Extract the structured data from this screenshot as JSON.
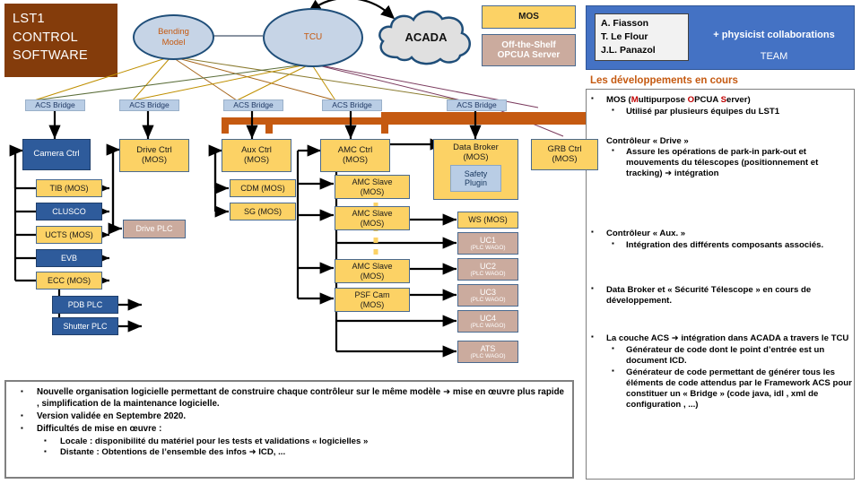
{
  "title": {
    "lines": [
      "LST1",
      "CONTROL",
      "SOFTWARE"
    ]
  },
  "top_shapes": {
    "bending_model": "Bending\nModel",
    "bending_model_l1": "Bending",
    "bending_model_l2": "Model",
    "tcu": "TCU",
    "acada": "ACADA",
    "mos": "MOS",
    "off_the_shelf_l1": "Off-the-Shelf",
    "off_the_shelf_l2": "OPCUA Server"
  },
  "team": {
    "names": [
      "A.     Fiasson",
      "T. Le Flour",
      "J.L. Panazol"
    ],
    "collaborations": "+ physicist collaborations",
    "label": "TEAM"
  },
  "bridges": [
    {
      "label": "ACS Bridge"
    },
    {
      "label": "ACS Bridge"
    },
    {
      "label": "ACS Bridge"
    },
    {
      "label": "ACS Bridge"
    },
    {
      "label": "ACS Bridge"
    }
  ],
  "controllers": [
    {
      "id": "camera-ctrl",
      "l1": "Camera Ctrl",
      "l2": "",
      "style": "blue"
    },
    {
      "id": "drive-ctrl",
      "l1": "Drive Ctrl",
      "l2": "(MOS)",
      "style": "yellow"
    },
    {
      "id": "aux-ctrl",
      "l1": "Aux  Ctrl",
      "l2": "(MOS)",
      "style": "yellow"
    },
    {
      "id": "amc-ctrl",
      "l1": "AMC Ctrl",
      "l2": "(MOS)",
      "style": "yellow"
    },
    {
      "id": "data-broker",
      "l1": "Data Broker",
      "l2": "(MOS)",
      "style": "yellow"
    },
    {
      "id": "grb-ctrl",
      "l1": "GRB Ctrl",
      "l2": "(MOS)",
      "style": "yellow"
    }
  ],
  "safety_plugin": {
    "l1": "Safety",
    "l2": "Plugin"
  },
  "camera_children": [
    {
      "id": "tib",
      "label": "TIB (MOS)",
      "style": "yellow"
    },
    {
      "id": "clusco",
      "label": "CLUSCO",
      "style": "blue"
    },
    {
      "id": "ucts",
      "label": "UCTS (MOS)",
      "style": "yellow"
    },
    {
      "id": "evb",
      "label": "EVB",
      "style": "blue"
    },
    {
      "id": "ecc",
      "label": "ECC (MOS)",
      "style": "yellow"
    },
    {
      "id": "pdb-plc",
      "label": "PDB PLC",
      "style": "blue"
    },
    {
      "id": "shutter-plc",
      "label": "Shutter PLC",
      "style": "blue"
    }
  ],
  "drive_children": [
    {
      "id": "drive-plc",
      "label": "Drive PLC",
      "style": "tan"
    }
  ],
  "aux_children": [
    {
      "id": "cdm",
      "label": "CDM (MOS)",
      "style": "yellow"
    },
    {
      "id": "sg",
      "label": "SG (MOS)",
      "style": "yellow"
    }
  ],
  "amc_children": [
    {
      "id": "amc-slave-1",
      "l1": "AMC Slave",
      "l2": "(MOS)",
      "style": "yellow"
    },
    {
      "id": "amc-slave-2",
      "l1": "AMC Slave",
      "l2": "(MOS)",
      "style": "yellow"
    },
    {
      "id": "amc-slave-3",
      "l1": "AMC Slave",
      "l2": "(MOS)",
      "style": "yellow"
    },
    {
      "id": "psf-cam",
      "l1": "PSF Cam",
      "l2": "(MOS)",
      "style": "yellow"
    }
  ],
  "broker_children": [
    {
      "id": "ws",
      "l1": "WS (MOS)",
      "l2": "",
      "style": "yellow"
    },
    {
      "id": "uc1",
      "l1": "UC1",
      "l2": "(PLC WAGO)",
      "style": "tan"
    },
    {
      "id": "uc2",
      "l1": "UC2",
      "l2": "(PLC WAGO)",
      "style": "tan"
    },
    {
      "id": "uc3",
      "l1": "UC3",
      "l2": "(PLC WAGO)",
      "style": "tan"
    },
    {
      "id": "uc4",
      "l1": "UC4",
      "l2": "(PLC WAGO)",
      "style": "tan"
    },
    {
      "id": "ats",
      "l1": "ATS",
      "l2": "(PLC WAGO)",
      "style": "tan"
    }
  ],
  "right_panel": {
    "heading": "Les développements en cours",
    "item1_a": "MOS (",
    "item1_m": "M",
    "item1_b": "ultipurpose ",
    "item1_o": "O",
    "item1_c": "PCUA ",
    "item1_s": "S",
    "item1_d": "erver)",
    "item1_sub": "Utilisé par plusieurs équipes du LST1",
    "item2": "Contrôleur « Drive »",
    "item2_sub": "Assure les opérations de park-in park-out et mouvements du télescopes (positionnement et tracking) ➜ intégration",
    "item3": "Contrôleur « Aux. »",
    "item3_sub": "Intégration des différents composants associés.",
    "item4": "Data Broker et « Sécurité Télescope » en cours de développement.",
    "item5": "La couche ACS ➜ intégration dans ACADA a travers le TCU",
    "item5_sub1": "Générateur de code dont le point d’entrée est un document ICD.",
    "item5_sub2": "Générateur de code permettant de générer tous les éléments de code attendus par le Framework ACS pour constituer un « Bridge » (code java, idl , xml de configuration , ...)"
  },
  "bottom_panel": {
    "item1": "Nouvelle organisation logicielle permettant de construire chaque contrôleur sur le même modèle ➜ mise en œuvre plus rapide , simplification de la maintenance logicielle.",
    "item2": "Version validée en Septembre 2020.",
    "item3": "Difficultés de mise en œuvre :",
    "item3_sub1": "Locale : disponibilité du matériel pour les tests et validations « logicielles »",
    "item3_sub2": "Distante : Obtentions de l’ensemble des infos ➜ ICD, ..."
  },
  "colors": {
    "title_bg": "#843C0B",
    "accent_orange": "#C55A11",
    "blue_node": "#2E5B9B",
    "yellow_node": "#FCD265",
    "tan_node": "#CBAB9E",
    "bridge_blue": "#B9CDE5",
    "team_blue": "#4472C4"
  }
}
